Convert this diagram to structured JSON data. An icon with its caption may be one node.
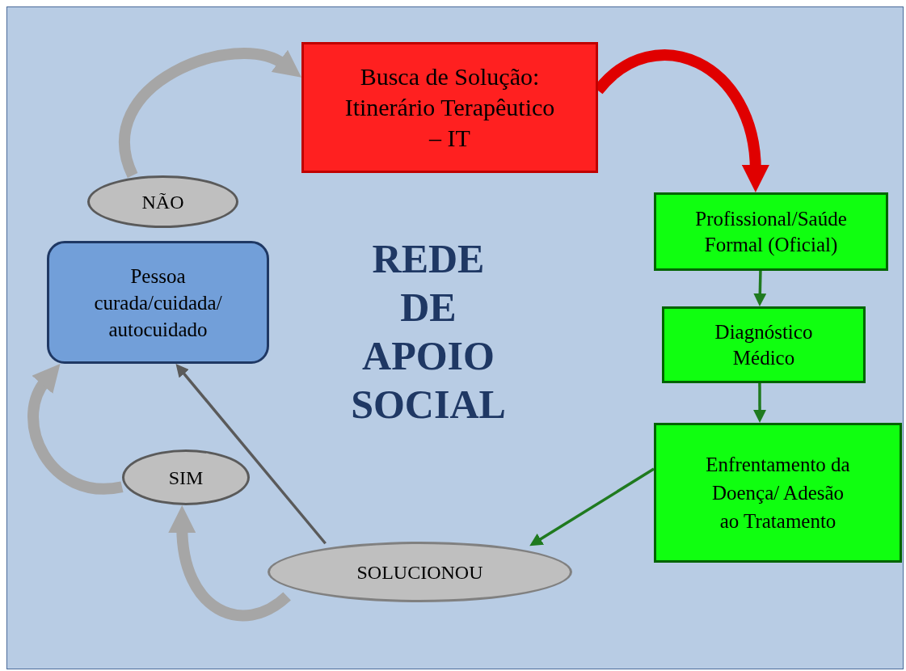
{
  "diagram": {
    "nodes": [
      {
        "text": [
          "Busca de Solução: Itinerário Terapêutico – IT"
        ]
      },
      {
        "text": [
          "Profissional/Saúde Formal (Oficial)"
        ]
      },
      {
        "text": [
          "Diagnóstico Médico"
        ]
      },
      {
        "text": [
          "Enfrentamento da Doença/ Adesão ao Tratamento"
        ]
      },
      {
        "text": [
          "SOLUCIONOU"
        ]
      },
      {
        "text": [
          "SIM"
        ]
      },
      {
        "text": [
          "Pessoa curada/cuidada/ autocuidado"
        ]
      },
      {
        "text": [
          "NÃO"
        ]
      }
    ],
    "edges": [
      {
        "from": 0,
        "to": 1,
        "arrow": "to",
        "style": "thick",
        "color": "#e00000"
      },
      {
        "from": 1,
        "to": 2,
        "arrow": "to",
        "color": "#1f7a1f"
      },
      {
        "from": 2,
        "to": 3,
        "arrow": "to",
        "color": "#1f7a1f"
      },
      {
        "from": 3,
        "to": 4,
        "arrow": "to",
        "color": "#1f7a1f"
      },
      {
        "from": 4,
        "to": 6,
        "arrow": "to"
      },
      {
        "from": 4,
        "to": 5,
        "arrow": "to",
        "style": "thick",
        "color": "#a6a6a6"
      },
      {
        "from": 5,
        "to": 6,
        "arrow": "to",
        "style": "thick",
        "color": "#a6a6a6"
      },
      {
        "from": 7,
        "to": 0,
        "arrow": "to",
        "style": "thick",
        "color": "#a6a6a6"
      }
    ],
    "labels": [
      "REDE DE APOIO SOCIAL"
    ]
  }
}
